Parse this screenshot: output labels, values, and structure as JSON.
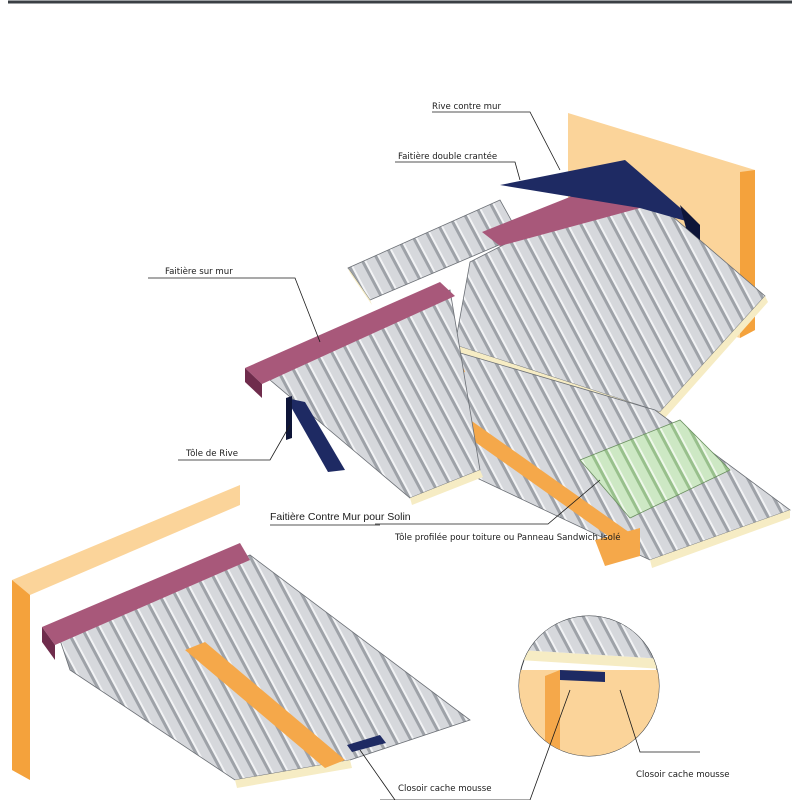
{
  "labels": {
    "rive_contre_mur": "Rive contre mur",
    "faitiere_double_crantee": "Faitière double crantée",
    "faitiere_sur_mur": "Faitière sur mur",
    "tole_de_rive": "Tôle de Rive",
    "faitiere_contre_mur_solin": "Faitière Contre Mur pour Solin",
    "tole_profilee": "Tôle profilée pour toiture ou Panneau Sandwich Isolé",
    "closoir_1": "Closoir cache mousse",
    "closoir_2": "Closoir cache mousse"
  },
  "colors": {
    "wall": "#fbd49a",
    "wall_edge": "#f4a23c",
    "sheet": "#d6d8dc",
    "sheet_rib": "#8c9096",
    "foam": "#f6ecc4",
    "faitiere": "#a8587a",
    "faitiere_dark": "#6f2c4c",
    "rive": "#1e2a63",
    "rive_dark": "#0e1538",
    "translucent": "#cde8c4",
    "purlin": "#f5a84a",
    "frame_line": "#3a3f44"
  }
}
